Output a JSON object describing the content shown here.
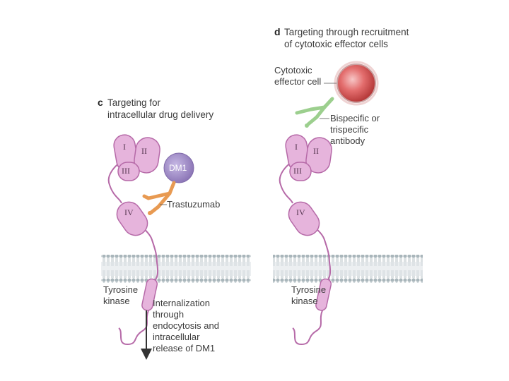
{
  "panel_c": {
    "letter": "c",
    "title_lines": [
      "Targeting for",
      "intracellular drug delivery"
    ],
    "domains": [
      "I",
      "II",
      "III",
      "IV"
    ],
    "payload_label": "DM1",
    "antibody_label": "Trastuzumab",
    "kinase_lines": [
      "Tyrosine",
      "kinase"
    ],
    "arrow_lines": [
      "Internalization",
      "through",
      "endocytosis and",
      "intracellular",
      "release of DM1"
    ]
  },
  "panel_d": {
    "letter": "d",
    "title_lines": [
      "Targeting through recruitment",
      "of cytotoxic effector cells"
    ],
    "domains": [
      "I",
      "II",
      "III",
      "IV"
    ],
    "effector_lines": [
      "Cytotoxic",
      "effector cell"
    ],
    "antibody_lines": [
      "Bispecific or",
      "trispecific",
      "antibody"
    ],
    "kinase_lines": [
      "Tyrosine",
      "kinase"
    ]
  },
  "colors": {
    "receptor_fill": "#e6b4dc",
    "receptor_stroke": "#b66aa8",
    "membrane_fill": "#c8d2d6",
    "dm1_fill": "#a390c9",
    "trastuzumab": "#e89a52",
    "bispecific": "#9ccf8e",
    "effector_cell": "#d94e4e",
    "arrow": "#333333"
  },
  "icons": [
    "membrane-bilayer",
    "receptor-domain",
    "antibody-y-shape",
    "effector-cell-sphere",
    "drug-molecule-circle",
    "down-arrow"
  ]
}
